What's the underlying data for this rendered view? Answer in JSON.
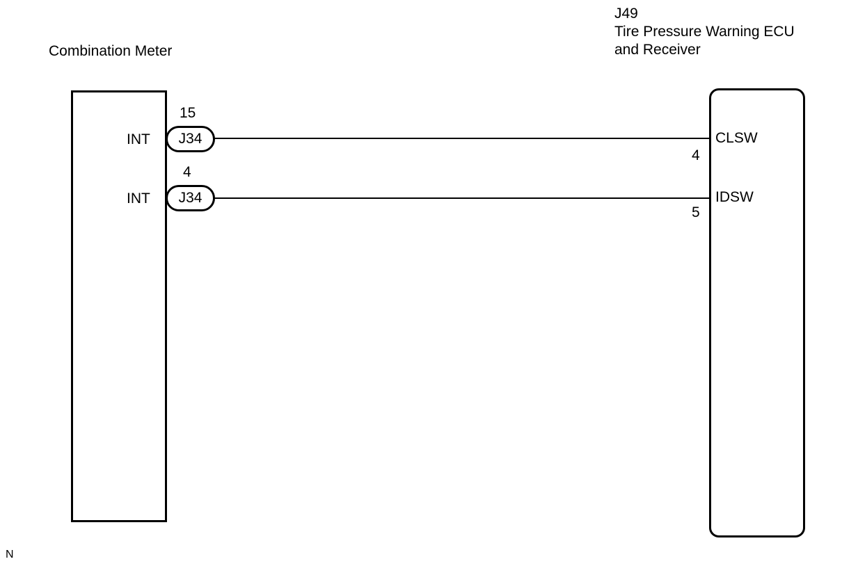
{
  "left_component": {
    "name": "Combination Meter",
    "pins": [
      {
        "label": "INT",
        "pin_number": "15",
        "connector": "J34"
      },
      {
        "label": "INT",
        "pin_number": "4",
        "connector": "J34"
      }
    ]
  },
  "right_component": {
    "connector_id": "J49",
    "name_line1": "Tire Pressure Warning ECU",
    "name_line2": "and Receiver",
    "pins": [
      {
        "label": "CLSW",
        "pin_number": "4"
      },
      {
        "label": "IDSW",
        "pin_number": "5"
      }
    ]
  },
  "corner_mark": "N"
}
